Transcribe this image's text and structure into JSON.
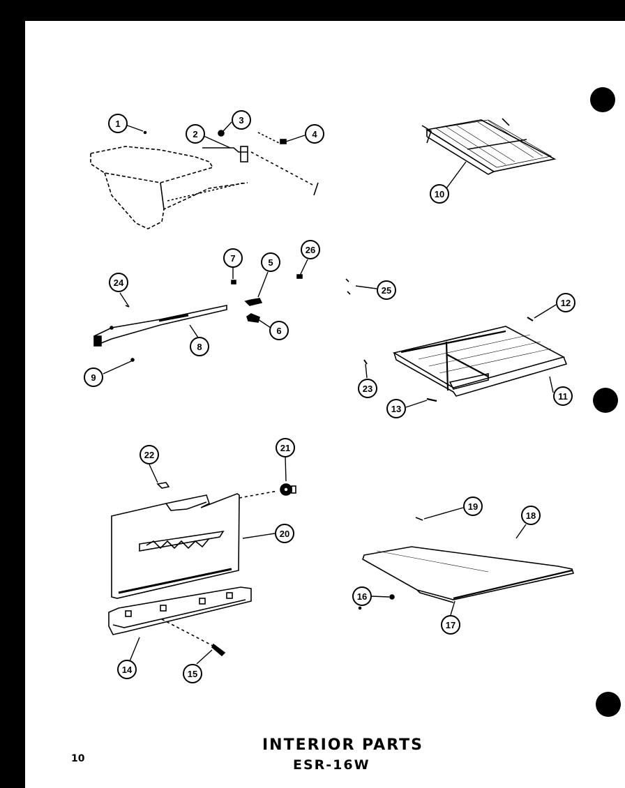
{
  "title": "INTERIOR PARTS",
  "model": "ESR-16W",
  "page_number": "10",
  "callouts": [
    "1",
    "2",
    "3",
    "4",
    "10",
    "7",
    "5",
    "26",
    "25",
    "24",
    "8",
    "6",
    "9",
    "12",
    "23",
    "11",
    "13",
    "22",
    "21",
    "20",
    "19",
    "18",
    "16",
    "17",
    "14",
    "15"
  ]
}
